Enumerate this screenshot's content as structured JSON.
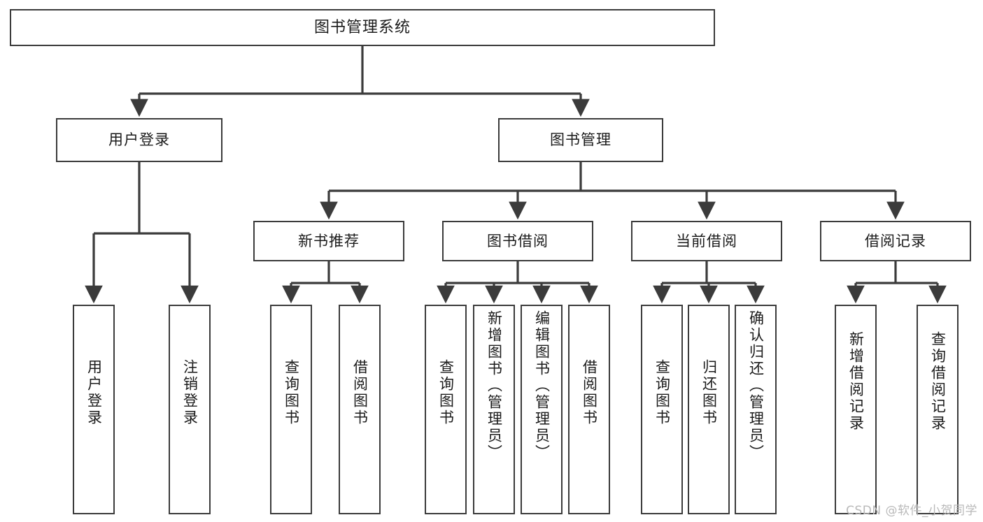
{
  "diagram": {
    "title": "图书管理系统",
    "type": "functional-structure-tree",
    "watermark": "CSDN @软件_小贺同学",
    "colors": {
      "box_border": "#3b3b3b",
      "box_fill": "#ffffff",
      "edge": "#3b3b3b",
      "text": "#1b1b1b",
      "watermark": "#b9b9b9"
    },
    "levels": {
      "level1": [
        "图书管理系统"
      ],
      "level2": [
        "用户登录",
        "图书管理"
      ],
      "level3": [
        "新书推荐",
        "图书借阅",
        "当前借阅",
        "借阅记录"
      ],
      "level4": [
        "用户登录",
        "注销登录",
        "查询图书",
        "借阅图书",
        "查询图书",
        "新增图书（管理员）",
        "编辑图书（管理员）",
        "借阅图书",
        "查询图书",
        "归还图书",
        "确认归还（管理员）",
        "新增借阅记录",
        "查询借阅记录"
      ]
    },
    "nodes": {
      "root": {
        "label": "图书管理系统"
      },
      "user_login": {
        "label": "用户登录"
      },
      "book_manage": {
        "label": "图书管理"
      },
      "new_book_rec": {
        "label": "新书推荐"
      },
      "book_borrow": {
        "label": "图书借阅"
      },
      "current_borrow": {
        "label": "当前借阅"
      },
      "borrow_record": {
        "label": "借阅记录"
      },
      "leaf_user_login": {
        "label": "用户登录"
      },
      "leaf_logout": {
        "label": "注销登录"
      },
      "leaf_query_book_1": {
        "label": "查询图书"
      },
      "leaf_borrow_book_1": {
        "label": "借阅图书"
      },
      "leaf_query_book_2": {
        "label": "查询图书"
      },
      "leaf_add_book": {
        "label": "新增图书（管理员）"
      },
      "leaf_edit_book": {
        "label": "编辑图书（管理员）"
      },
      "leaf_borrow_book_2": {
        "label": "借阅图书"
      },
      "leaf_query_book_3": {
        "label": "查询图书"
      },
      "leaf_return_book": {
        "label": "归还图书"
      },
      "leaf_confirm_return": {
        "label": "确认归还（管理员）"
      },
      "leaf_add_record": {
        "label": "新增借阅记录"
      },
      "leaf_query_record": {
        "label": "查询借阅记录"
      }
    },
    "edges": [
      {
        "from": "root",
        "to": "user_login"
      },
      {
        "from": "root",
        "to": "book_manage"
      },
      {
        "from": "user_login",
        "to": "leaf_user_login"
      },
      {
        "from": "user_login",
        "to": "leaf_logout"
      },
      {
        "from": "book_manage",
        "to": "new_book_rec"
      },
      {
        "from": "book_manage",
        "to": "book_borrow"
      },
      {
        "from": "book_manage",
        "to": "current_borrow"
      },
      {
        "from": "book_manage",
        "to": "borrow_record"
      },
      {
        "from": "new_book_rec",
        "to": "leaf_query_book_1"
      },
      {
        "from": "new_book_rec",
        "to": "leaf_borrow_book_1"
      },
      {
        "from": "book_borrow",
        "to": "leaf_query_book_2"
      },
      {
        "from": "book_borrow",
        "to": "leaf_add_book"
      },
      {
        "from": "book_borrow",
        "to": "leaf_edit_book"
      },
      {
        "from": "book_borrow",
        "to": "leaf_borrow_book_2"
      },
      {
        "from": "current_borrow",
        "to": "leaf_query_book_3"
      },
      {
        "from": "current_borrow",
        "to": "leaf_return_book"
      },
      {
        "from": "current_borrow",
        "to": "leaf_confirm_return"
      },
      {
        "from": "borrow_record",
        "to": "leaf_add_record"
      },
      {
        "from": "borrow_record",
        "to": "leaf_query_record"
      }
    ]
  }
}
